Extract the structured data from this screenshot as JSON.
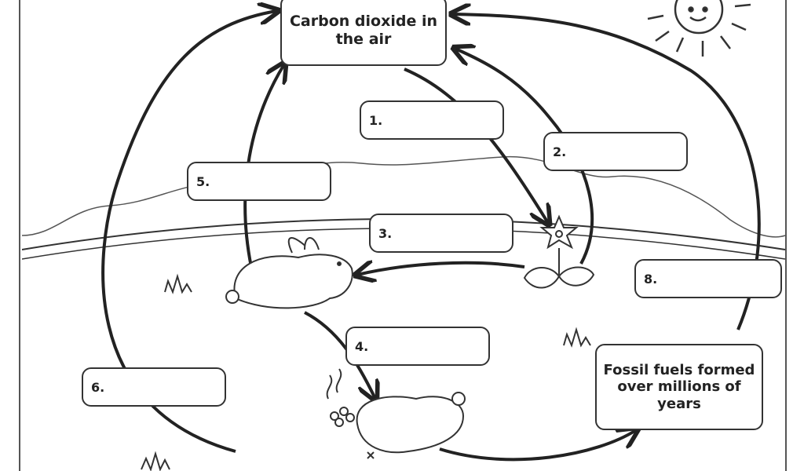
{
  "nodes": {
    "air": "Carbon dioxide in the air",
    "fossil": "Fossil fuels formed over millions of years"
  },
  "blanks": {
    "b1": "1.",
    "b2": "2.",
    "b3": "3.",
    "b4": "4.",
    "b5": "5.",
    "b6": "6.",
    "b8": "8."
  },
  "colors": {
    "ink": "#222222",
    "background": "#ffffff"
  },
  "icons": [
    "sun-icon",
    "flower-icon",
    "rabbit-icon",
    "dead-animal-icon",
    "grass-tuft-icon"
  ]
}
